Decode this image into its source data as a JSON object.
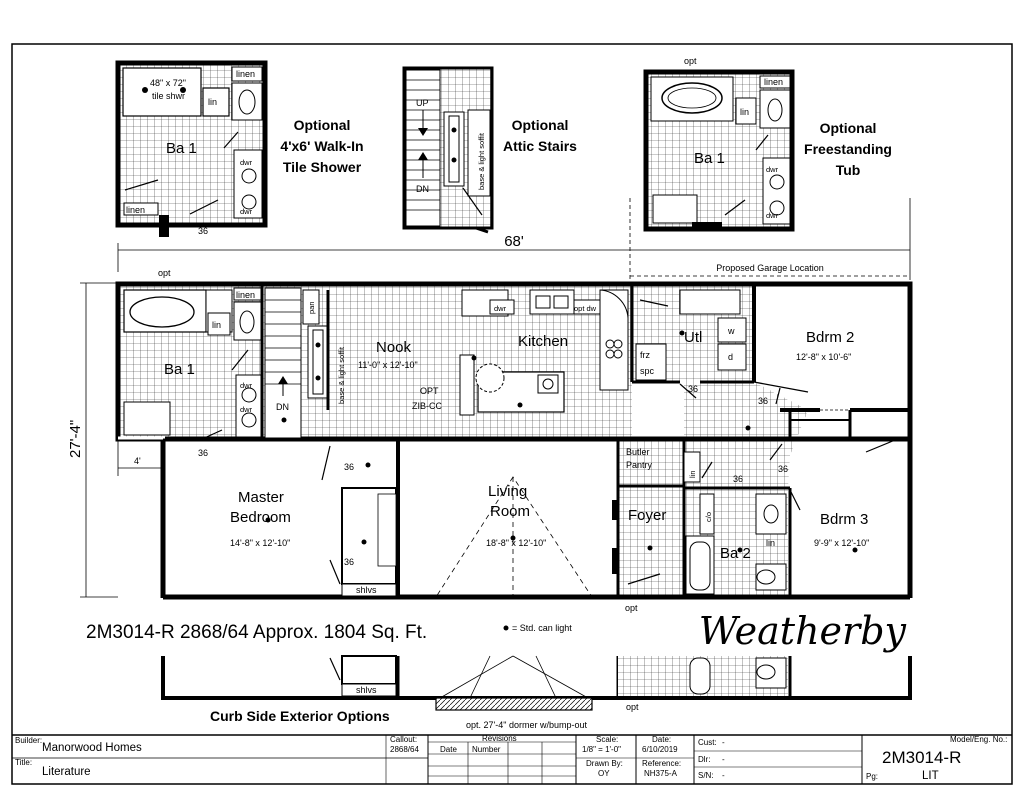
{
  "options": {
    "shower": {
      "line1": "Optional",
      "line2": "4'x6' Walk-In",
      "line3": "Tile Shower",
      "shwr1": "48\" x 72\"",
      "shwr2": "tile shwr",
      "room": "Ba 1",
      "linen": "linen",
      "linen2": "linen",
      "lin": "lin",
      "dim": "36",
      "dwr1": "dwr",
      "dwr2": "dwr"
    },
    "stairs": {
      "line1": "Optional",
      "line2": "Attic Stairs",
      "up": "UP",
      "dn": "DN",
      "soffit": "base & light soffit"
    },
    "tub": {
      "line1": "Optional",
      "line2": "Freestanding",
      "line3": "Tub",
      "opt": "opt",
      "room": "Ba 1",
      "linen": "linen",
      "lin": "lin",
      "dwr1": "dwr",
      "dwr2": "dwr"
    }
  },
  "dims": {
    "width": "68'",
    "depth": "27'-4\"",
    "offset": "4'",
    "garage": "Proposed Garage Location"
  },
  "plan": {
    "opt_top": "opt",
    "ba1": {
      "name": "Ba 1",
      "linen": "linen",
      "lin": "lin",
      "dwr1": "dwr",
      "dwr2": "dwr",
      "door": "36"
    },
    "pan": "pan",
    "dn": "DN",
    "soffit": "base & light soffit",
    "nook": {
      "name": "Nook",
      "size": "11'-0\" x 12'-10\"",
      "opt": "OPT",
      "zib": "ZIB-CC"
    },
    "kitchen": {
      "name": "Kitchen",
      "dwr": "dwr",
      "optdw": "opt dw"
    },
    "utl": {
      "name": "Utl",
      "frz": "frz",
      "spc": "spc",
      "w": "w",
      "d": "d"
    },
    "bdrm2": {
      "name": "Bdrm 2",
      "size": "12'-8\" x 10'-6\""
    },
    "master": {
      "name1": "Master",
      "name2": "Bedroom",
      "size": "14'-8\" x 12'-10\"",
      "door": "36",
      "closet": "36",
      "shlvs": "shlvs"
    },
    "living": {
      "name1": "Living",
      "name2": "Room",
      "size": "18'-8\" x 12'-10\""
    },
    "pantry": {
      "l1": "Butler",
      "l2": "Pantry",
      "lin": "lin"
    },
    "foyer": {
      "name": "Foyer",
      "clo": "c/o"
    },
    "ba2": {
      "name": "Ba 2",
      "lin": "lin"
    },
    "bdrm3": {
      "name": "Bdrm 3",
      "size": "9'-9\" x 12'-10\""
    },
    "doors": {
      "d1": "36",
      "d2": "36",
      "d3": "36",
      "d4": "36"
    },
    "opt_bottom": "opt"
  },
  "caption": {
    "model": "2M3014-R 2868/64  Approx. 1804 Sq. Ft.",
    "legend": "= Std. can light",
    "brand": "Weatherby"
  },
  "exterior": {
    "title": "Curb Side Exterior Options",
    "dormer": "opt. 27'-4\" dormer w/bump-out",
    "opt": "opt",
    "shlvs": "shlvs"
  },
  "title_block": {
    "builder_label": "Builder:",
    "builder": "Manorwood Homes",
    "title_label": "Title:",
    "title": "Literature",
    "callout_label": "Callout:",
    "callout": "2868/64",
    "revisions_label": "Revisions",
    "date_label": "Date",
    "number_label": "Number",
    "scale_label": "Scale:",
    "scale": "1/8\" = 1'-0\"",
    "drawn_label": "Drawn By:",
    "drawn": "OY",
    "date2_label": "Date:",
    "date2": "6/10/2019",
    "ref_label": "Reference:",
    "ref": "NH375-A",
    "cust_label": "Cust:",
    "cust": "-",
    "dlr_label": "Dlr:",
    "dlr": "-",
    "sn_label": "S/N:",
    "sn": "-",
    "model_label": "Model/Eng. No.:",
    "model": "2M3014-R",
    "pg_label": "Pg:",
    "pg": "LIT"
  }
}
